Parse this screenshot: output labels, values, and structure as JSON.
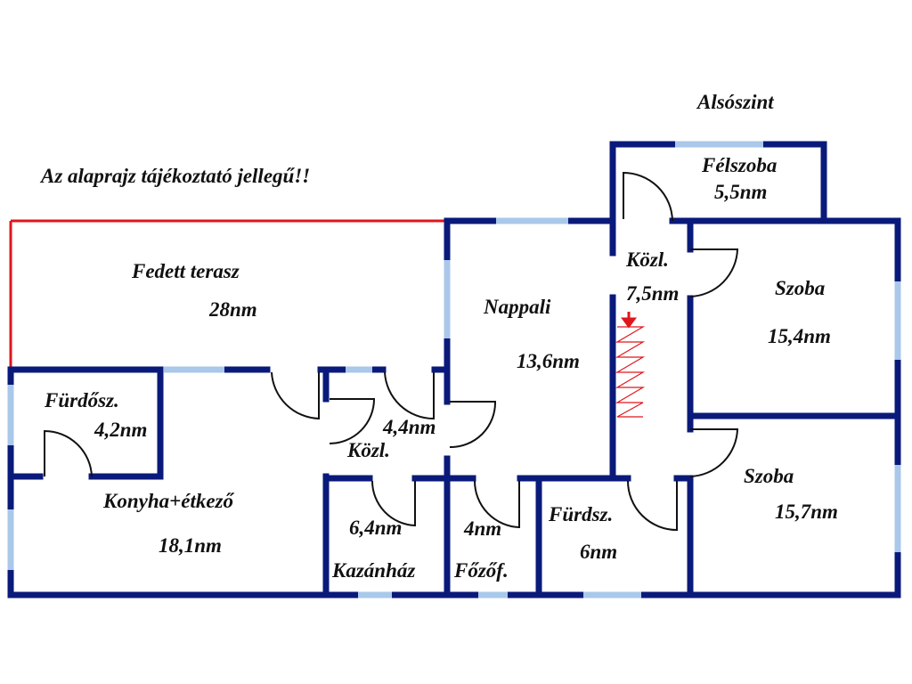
{
  "title": "Alsószint",
  "disclaimer": "Az alaprajz tájékoztató jellegű!!",
  "rooms": [
    {
      "name": "Fedett terasz",
      "area": "28nm"
    },
    {
      "name": "Fürdősz.",
      "area": "4,2nm"
    },
    {
      "name": "Konyha+étkező",
      "area": "18,1nm"
    },
    {
      "name": "Közl.",
      "area": "4,4nm"
    },
    {
      "name": "Kazánház",
      "area": "6,4nm"
    },
    {
      "name": "Főzőf.",
      "area": "4nm"
    },
    {
      "name": "Nappali",
      "area": "13,6nm"
    },
    {
      "name": "Közl.",
      "area": "7,5nm"
    },
    {
      "name": "Félszoba",
      "area": "5,5nm"
    },
    {
      "name": "Szoba",
      "area": "15,4nm"
    },
    {
      "name": "Szoba",
      "area": "15,7nm"
    },
    {
      "name": "Fürdsz.",
      "area": "6nm"
    }
  ],
  "colors": {
    "wall": "#0a1a7a",
    "window": "#a9c8ea",
    "terrace": "#e0161b"
  }
}
